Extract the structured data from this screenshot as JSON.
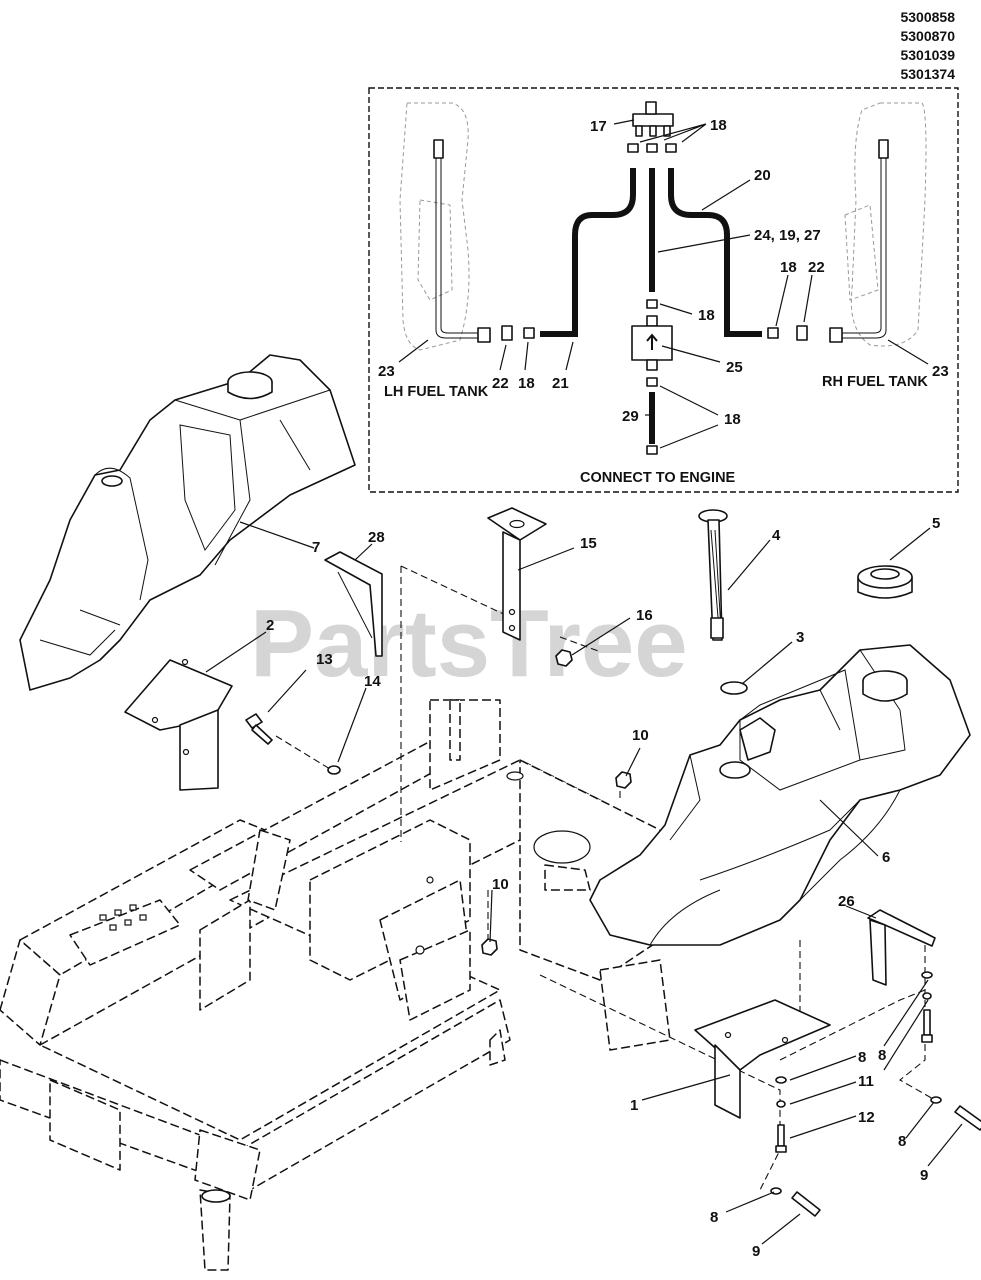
{
  "part_numbers": [
    "5300858",
    "5300870",
    "5301039",
    "5301374"
  ],
  "watermark": "PartsTree",
  "inset": {
    "lh_caption": "LH FUEL TANK",
    "rh_caption": "RH FUEL TANK",
    "engine_caption": "CONNECT TO ENGINE",
    "callouts": {
      "c17": "17",
      "c18a": "18",
      "c20": "20",
      "c24": "24, 19, 27",
      "c18b": "18",
      "c22r": "22",
      "c18c": "18",
      "c25": "25",
      "c23l": "23",
      "c22l": "22",
      "c18l": "18",
      "c21": "21",
      "c29": "29",
      "c18d": "18",
      "c23r": "23"
    }
  },
  "callouts": {
    "c7": "7",
    "c28": "28",
    "c15": "15",
    "c4": "4",
    "c5": "5",
    "c16": "16",
    "c2": "2",
    "c3": "3",
    "c13": "13",
    "c14": "14",
    "c10a": "10",
    "c10b": "10",
    "c6": "6",
    "c26": "26",
    "c8a": "8",
    "c1": "1",
    "c11": "11",
    "c8b": "8",
    "c12": "12",
    "c8c": "8",
    "c9a": "9",
    "c8d": "8",
    "c9b": "9"
  }
}
